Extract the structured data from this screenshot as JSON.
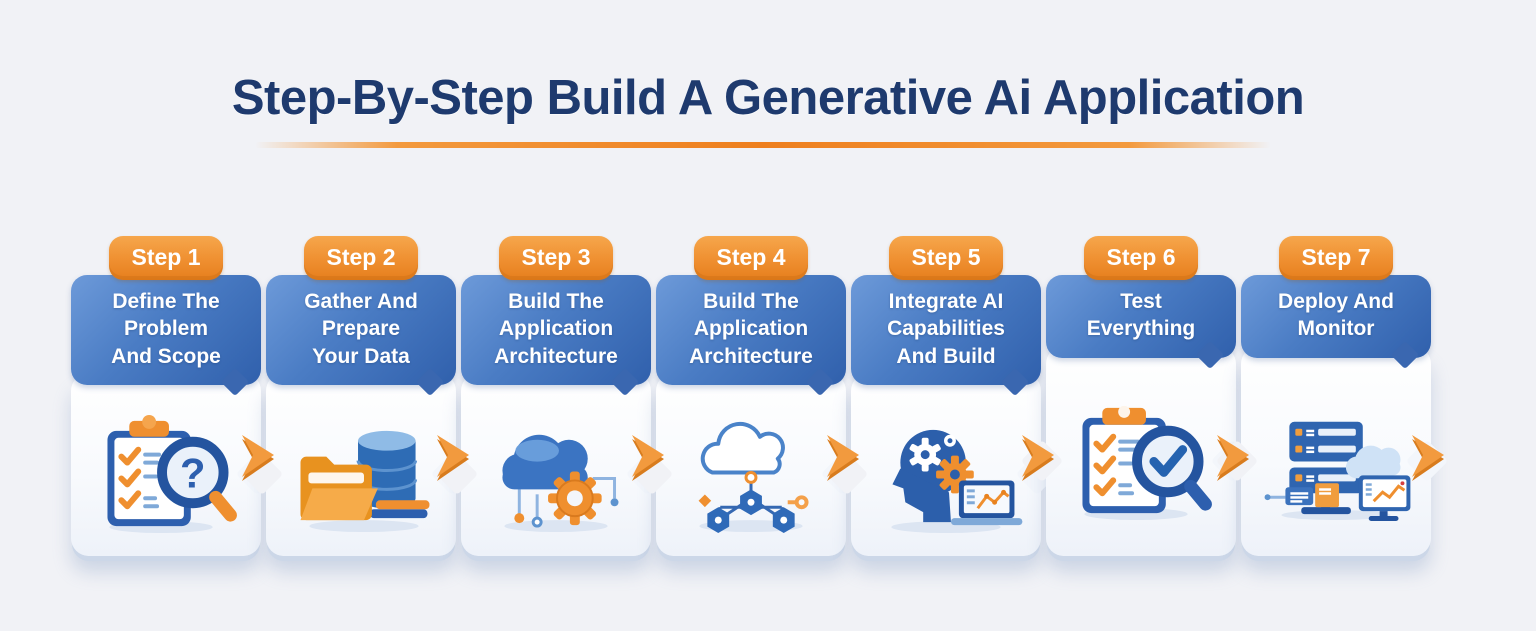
{
  "header": {
    "title": "Step-By-Step Build A Generative Ai Application",
    "title_color": "#1e3a6e",
    "underline_color": "#ee7f1e"
  },
  "colors": {
    "background": "#f1f2f6",
    "badge_orange": "#ef8f30",
    "header_blue_light": "#6d9ad9",
    "header_blue_dark": "#3060ac",
    "card_background": "#ffffff",
    "arrow_orange": "#f29a3e",
    "icon_blue": "#2d5fae",
    "icon_orange": "#ef8f2f"
  },
  "steps": [
    {
      "badge": "Step 1",
      "title": "Define The\nProblem\nAnd Scope",
      "icon": "clipboard-search-icon"
    },
    {
      "badge": "Step 2",
      "title": "Gather And\nPrepare\nYour Data",
      "icon": "folder-database-icon"
    },
    {
      "badge": "Step 3",
      "title": "Build The\nApplication\nArchitecture",
      "icon": "cloud-gear-icon"
    },
    {
      "badge": "Step 4",
      "title": "Build The\nApplication\nArchitecture",
      "icon": "cloud-network-icon"
    },
    {
      "badge": "Step 5",
      "title": "Integrate AI\nCapabilities\nAnd Build",
      "icon": "ai-head-laptop-icon"
    },
    {
      "badge": "Step 6",
      "title": "Test\nEverything",
      "icon": "checklist-verify-icon"
    },
    {
      "badge": "Step 7",
      "title": "Deploy And\nMonitor",
      "icon": "servers-monitoring-icon"
    }
  ],
  "arrow": {
    "name": "chevron-right-icon",
    "color": "#f29a3e"
  }
}
